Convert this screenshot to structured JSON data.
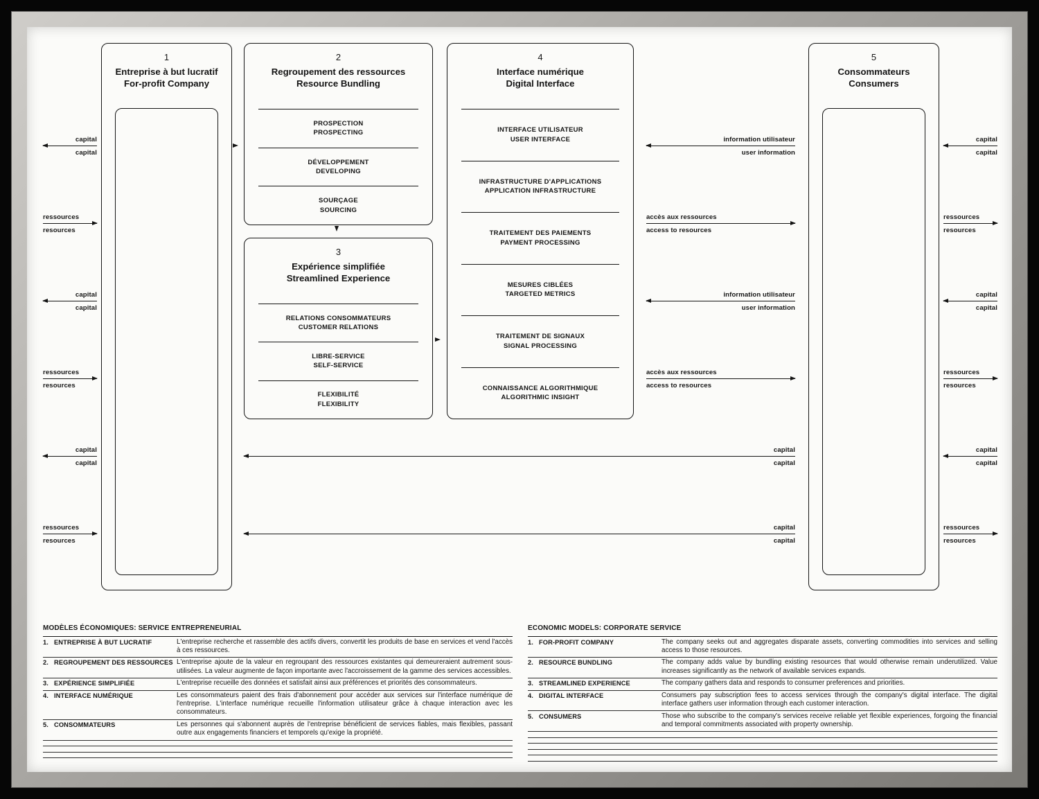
{
  "diagram": {
    "boxes": [
      {
        "number": "1",
        "title_fr": "Entreprise à but lucratif",
        "title_en": "For-profit Company"
      },
      {
        "number": "2",
        "title_fr": "Regroupement des ressources",
        "title_en": "Resource Bundling",
        "items": [
          {
            "fr": "PROSPECTION",
            "en": "PROSPECTING"
          },
          {
            "fr": "DÉVELOPPEMENT",
            "en": "DEVELOPING"
          },
          {
            "fr": "SOURÇAGE",
            "en": "SOURCING"
          }
        ]
      },
      {
        "number": "3",
        "title_fr": "Expérience simplifiée",
        "title_en": "Streamlined Experience",
        "items": [
          {
            "fr": "RELATIONS CONSOMMATEURS",
            "en": "CUSTOMER RELATIONS"
          },
          {
            "fr": "LIBRE-SERVICE",
            "en": "SELF-SERVICE"
          },
          {
            "fr": "FLEXIBILITÉ",
            "en": "FLEXIBILITY"
          }
        ]
      },
      {
        "number": "4",
        "title_fr": "Interface numérique",
        "title_en": "Digital Interface",
        "items": [
          {
            "fr": "INTERFACE UTILISATEUR",
            "en": "USER INTERFACE"
          },
          {
            "fr": "INFRASTRUCTURE D'APPLICATIONS",
            "en": "APPLICATION INFRASTRUCTURE"
          },
          {
            "fr": "TRAITEMENT DES PAIEMENTS",
            "en": "PAYMENT PROCESSING"
          },
          {
            "fr": "MESURES CIBLÉES",
            "en": "TARGETED METRICS"
          },
          {
            "fr": "TRAITEMENT DE SIGNAUX",
            "en": "SIGNAL PROCESSING"
          },
          {
            "fr": "CONNAISSANCE ALGORITHMIQUE",
            "en": "ALGORITHMIC INSIGHT"
          }
        ]
      },
      {
        "number": "5",
        "title_fr": "Consommateurs",
        "title_en": "Consumers"
      }
    ],
    "flows": {
      "left": [
        {
          "top": "capital",
          "bottom": "capital"
        },
        {
          "top": "ressources",
          "bottom": "resources"
        },
        {
          "top": "capital",
          "bottom": "capital"
        },
        {
          "top": "ressources",
          "bottom": "resources"
        },
        {
          "top": "capital",
          "bottom": "capital"
        },
        {
          "top": "ressources",
          "bottom": "resources"
        }
      ],
      "middle": [
        {
          "top": "information utilisateur",
          "bottom": "user information"
        },
        {
          "top": "accès aux ressources",
          "bottom": "access to resources"
        },
        {
          "top": "information utilisateur",
          "bottom": "user information"
        },
        {
          "top": "accès aux ressources",
          "bottom": "access to resources"
        },
        {
          "top": "capital",
          "bottom": "capital"
        },
        {
          "top": "capital",
          "bottom": "capital"
        }
      ],
      "right": [
        {
          "top": "capital",
          "bottom": "capital"
        },
        {
          "top": "ressources",
          "bottom": "resources"
        },
        {
          "top": "capital",
          "bottom": "capital"
        },
        {
          "top": "ressources",
          "bottom": "resources"
        },
        {
          "top": "capital",
          "bottom": "capital"
        },
        {
          "top": "ressources",
          "bottom": "resources"
        }
      ]
    }
  },
  "legend": {
    "fr": {
      "heading": "MODÈLES ÉCONOMIQUES: SERVICE ENTREPRENEURIAL",
      "entries": [
        {
          "num": "1.",
          "term": "ENTREPRISE À BUT LUCRATIF",
          "desc": "L'entreprise recherche et rassemble des actifs divers, convertit les produits de base en services et vend l'accès à ces ressources."
        },
        {
          "num": "2.",
          "term": "REGROUPEMENT DES RESSOURCES",
          "desc": "L'entreprise ajoute de la valeur en regroupant des ressources existantes qui demeureraient autrement sous-utilisées. La valeur augmente de façon importante avec l'accroissement de la gamme des services accessibles."
        },
        {
          "num": "3.",
          "term": "EXPÉRIENCE SIMPLIFIÉE",
          "desc": "L'entreprise recueille des données et satisfait ainsi aux préférences et priorités des consommateurs."
        },
        {
          "num": "4.",
          "term": "INTERFACE NUMÉRIQUE",
          "desc": "Les consommateurs paient des frais d'abonnement pour accéder aux services sur l'interface numérique de l'entreprise. L'interface numérique recueille l'information utilisateur grâce à chaque interaction avec les consommateurs."
        },
        {
          "num": "5.",
          "term": "CONSOMMATEURS",
          "desc": "Les personnes qui s'abonnent auprès de l'entreprise bénéficient de services fiables, mais flexibles, passant outre aux engagements financiers et temporels qu'exige la propriété."
        }
      ]
    },
    "en": {
      "heading": "ECONOMIC MODELS: CORPORATE SERVICE",
      "entries": [
        {
          "num": "1.",
          "term": "FOR-PROFIT COMPANY",
          "desc": "The company seeks out and aggregates disparate assets, converting commodities into services and selling access to those resources."
        },
        {
          "num": "2.",
          "term": "RESOURCE BUNDLING",
          "desc": "The company adds value by bundling existing resources that would otherwise remain underutilized. Value increases significantly as the network of available services expands."
        },
        {
          "num": "3.",
          "term": "STREAMLINED EXPERIENCE",
          "desc": "The company gathers data and responds to consumer preferences and priorities."
        },
        {
          "num": "4.",
          "term": "DIGITAL INTERFACE",
          "desc": "Consumers pay subscription fees to access services through the company's digital interface. The digital interface gathers user information through each customer interaction."
        },
        {
          "num": "5.",
          "term": "CONSUMERS",
          "desc": "Those who subscribe to the company's services receive reliable yet flexible experiences, forgoing the financial and temporal commitments associated with property ownership."
        }
      ]
    }
  },
  "colors": {
    "ink": "#141414",
    "paper": "#fbfbf9"
  }
}
